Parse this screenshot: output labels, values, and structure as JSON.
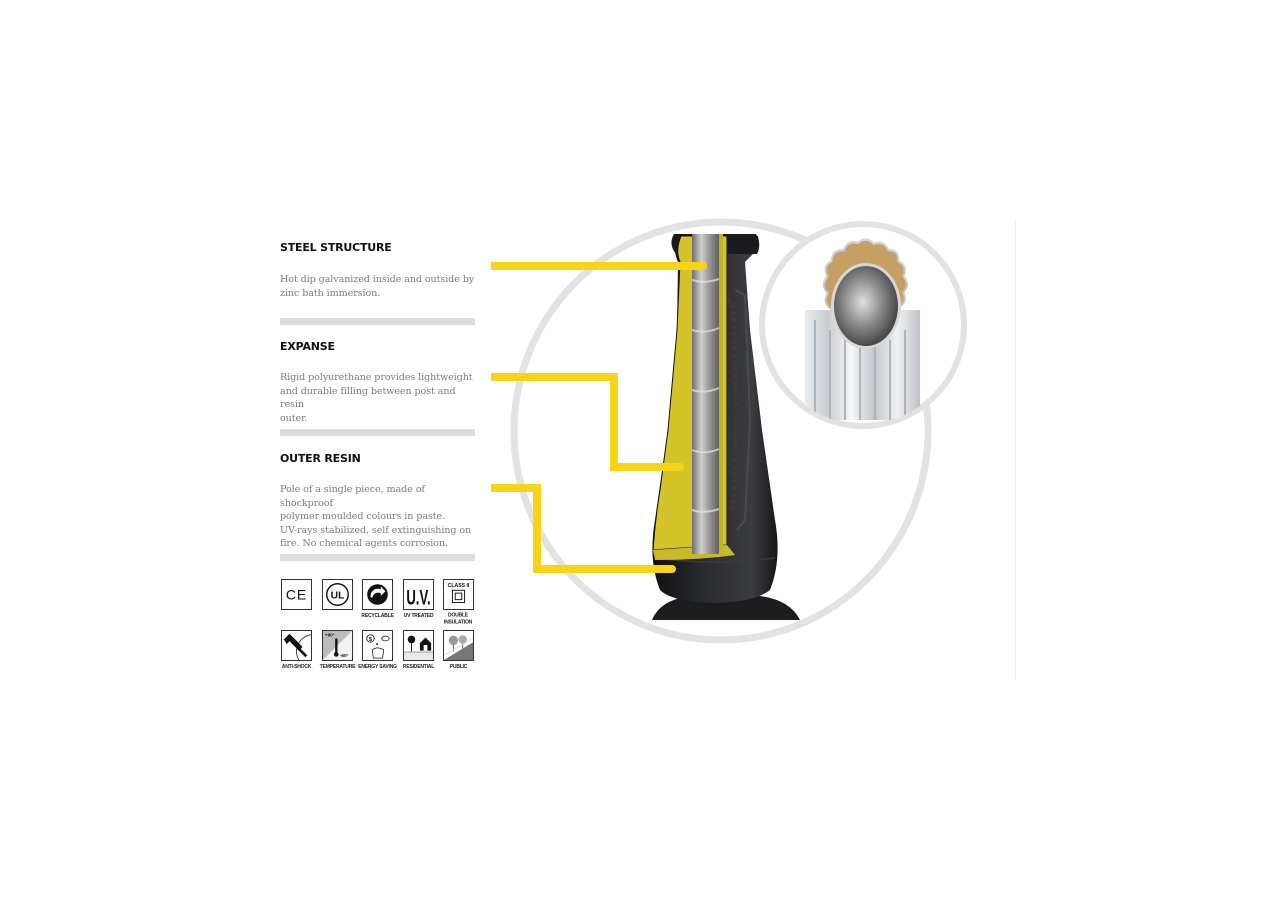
{
  "features": [
    {
      "title": "STEEL STRUCTURE",
      "description_lines": [
        "Hot dip galvanized inside and outside by",
        "zinc bath immersion."
      ]
    },
    {
      "title": "EXPANSE",
      "description_lines": [
        "Rigid polyurethane provides lightweight",
        "and durable filling between post and resin",
        "outer."
      ]
    },
    {
      "title": "OUTER RESIN",
      "description_lines": [
        "Pole of a single piece, made of shockproof",
        "polymer moulded colours in paste.",
        "UV-rays stabilized, self extinguishing on",
        "fire. No chemical agents corrosion."
      ]
    }
  ],
  "certifications": {
    "row1": [
      {
        "icon": "ce-mark-icon",
        "glyph": "CE",
        "label": ""
      },
      {
        "icon": "ul-mark-icon",
        "glyph": "UL",
        "label": ""
      },
      {
        "icon": "recyclable-icon",
        "glyph": "",
        "label": "RECYCLABLE"
      },
      {
        "icon": "uv-treated-icon",
        "glyph": "U.V.",
        "label": "UV TREATED"
      },
      {
        "icon": "double-insulation-icon",
        "glyph": "CLASS II",
        "label": "DOUBLE INSULATION"
      }
    ],
    "row2": [
      {
        "icon": "anti-shock-icon",
        "glyph": "",
        "label": "ANTI-SHOCK"
      },
      {
        "icon": "temperature-icon",
        "glyph_high": "+90°",
        "glyph_low": "-60°",
        "label": "TEMPERATURE"
      },
      {
        "icon": "energy-saving-icon",
        "glyph": "$",
        "label": "ENERGY SAVING"
      },
      {
        "icon": "residential-icon",
        "glyph": "",
        "label": "RESIDENTIAL"
      },
      {
        "icon": "public-icon",
        "glyph": "",
        "label": "PUBLIC"
      }
    ]
  },
  "colors": {
    "callout_yellow": "#f7d417",
    "divider_gray": "#dcdcdc",
    "circle_gray": "#e2e2e2",
    "pole_black": "#1d1e20",
    "foam_yellow": "#d9c92c",
    "steel_gray": "#a9a9a9",
    "text_gray": "#7c7c7c"
  }
}
